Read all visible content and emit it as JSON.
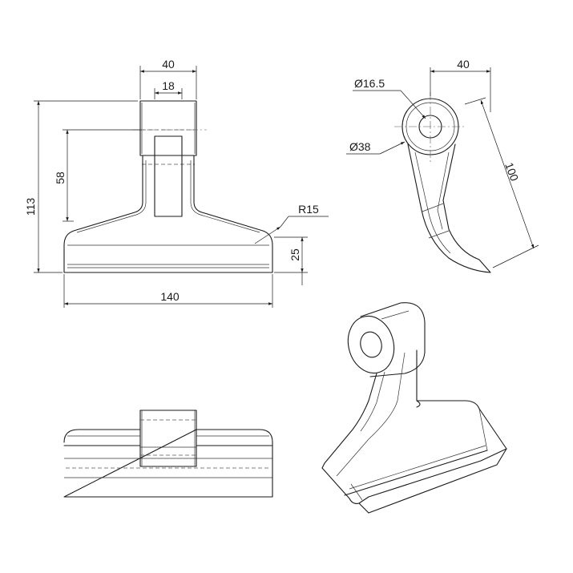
{
  "dimensions": {
    "front_width_top": "40",
    "front_width_inner": "18",
    "front_height_total": "113",
    "front_height_58": "58",
    "front_radius": "R15",
    "front_height_25": "25",
    "front_width_total": "140",
    "side_width_top": "40",
    "side_hole_dia": "Ø16.5",
    "side_boss_dia": "Ø38",
    "side_length": "100"
  },
  "colors": {
    "line": "#1a1a1a",
    "background": "#ffffff"
  }
}
